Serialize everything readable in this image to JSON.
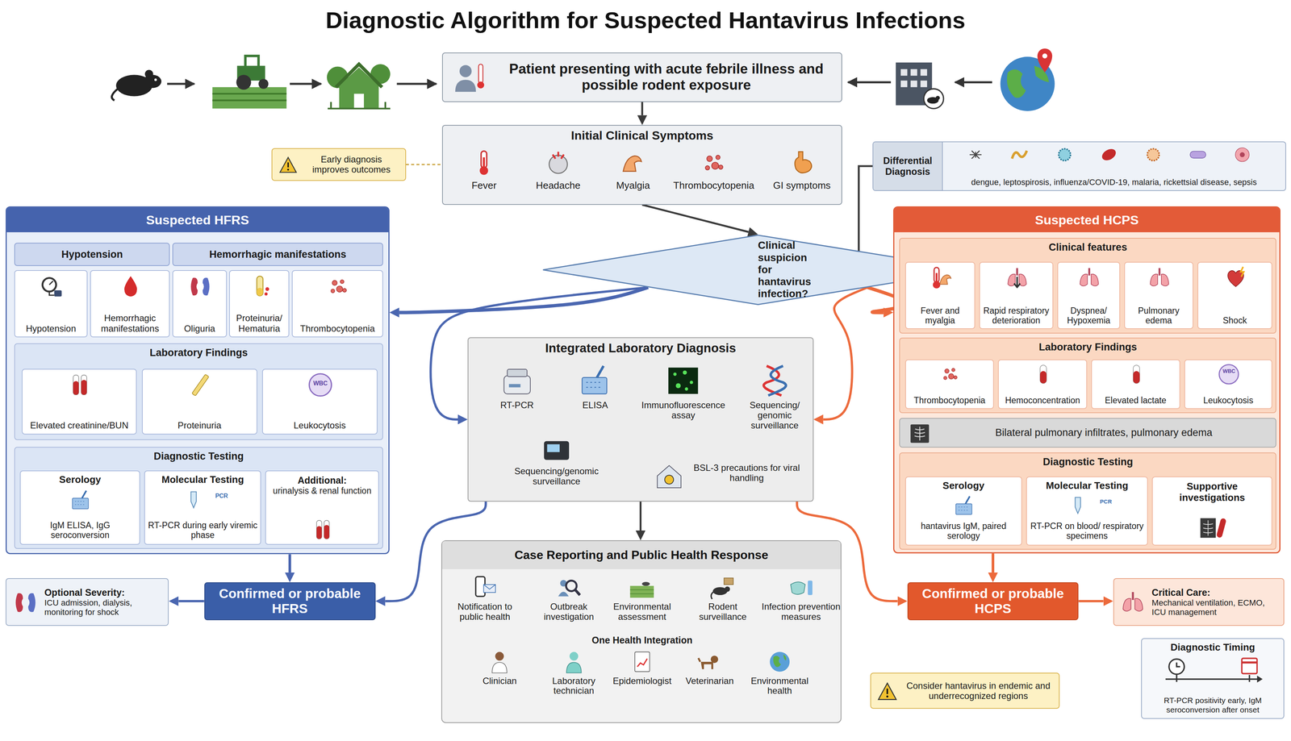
{
  "diagram": {
    "title": "Diagnostic Algorithm for Suspected Hantavirus Infections",
    "nodes": [
      {
        "text": [
          "Patient presenting with acute febrile illness and possible rodent exposure"
        ]
      },
      {
        "text": [
          "Initial Clinical Symptoms"
        ]
      },
      {
        "text": [
          "Early diagnosis improves outcomes"
        ]
      },
      {
        "text": [
          "Differential Diagnosis",
          "dengue, leptospirosis, influenza/COVID-19, malaria, rickettsial disease, sepsis"
        ]
      },
      {
        "text": [
          "Clinical suspicion for hantavirus infection?"
        ]
      },
      {
        "text": [
          "Suspected HFRS"
        ]
      },
      {
        "text": [
          "Hypotension"
        ],
        "in": 5
      },
      {
        "text": [
          "Hemorrhagic manifestations"
        ],
        "in": 5
      },
      {
        "text": [
          "Hypotension"
        ],
        "in": 5
      },
      {
        "text": [
          "Hemorrhagic manifestations"
        ],
        "in": 5
      },
      {
        "text": [
          "Oliguria"
        ],
        "in": 5
      },
      {
        "text": [
          "Proteinuria/ Hematuria"
        ],
        "in": 5
      },
      {
        "text": [
          "Thrombocytopenia"
        ],
        "in": 5
      },
      {
        "text": [
          "Laboratory Findings"
        ],
        "in": 5
      },
      {
        "text": [
          "Elevated creatinine/BUN"
        ],
        "in": 13
      },
      {
        "text": [
          "Proteinuria"
        ],
        "in": 13
      },
      {
        "text": [
          "Leukocytosis"
        ],
        "in": 13
      },
      {
        "text": [
          "Diagnostic Testing"
        ],
        "in": 5
      },
      {
        "text": [
          "Serology",
          "IgM ELISA, IgG seroconversion"
        ],
        "in": 17
      },
      {
        "text": [
          "Molecular Testing",
          "RT-PCR during early viremic phase"
        ],
        "in": 17
      },
      {
        "text": [
          "Additional:",
          "urinalysis & renal function"
        ],
        "in": 17
      },
      {
        "text": [
          "Integrated Laboratory Diagnosis"
        ]
      },
      {
        "text": [
          "Suspected HCPS"
        ]
      },
      {
        "text": [
          "Clinical features"
        ],
        "in": 22
      },
      {
        "text": [
          "Fever and myalgia"
        ],
        "in": 23
      },
      {
        "text": [
          "Rapid respiratory deterioration"
        ],
        "in": 23
      },
      {
        "text": [
          "Dyspnea/ Hypoxemia"
        ],
        "in": 23
      },
      {
        "text": [
          "Pulmonary edema"
        ],
        "in": 23
      },
      {
        "text": [
          "Shock"
        ],
        "in": 23
      },
      {
        "text": [
          "Laboratory Findings"
        ],
        "in": 22
      },
      {
        "text": [
          "Thrombocytopenia"
        ],
        "in": 29
      },
      {
        "text": [
          "Hemoconcentration"
        ],
        "in": 29
      },
      {
        "text": [
          "Elevated lactate"
        ],
        "in": 29
      },
      {
        "text": [
          "Leukocytosis"
        ],
        "in": 29
      },
      {
        "text": [
          "Bilateral pulmonary infiltrates, pulmonary edema"
        ],
        "in": 22
      },
      {
        "text": [
          "Diagnostic Testing"
        ],
        "in": 22
      },
      {
        "text": [
          "Serology",
          "hantavirus IgM, paired serology"
        ],
        "in": 35
      },
      {
        "text": [
          "Molecular Testing",
          "RT-PCR on blood/ respiratory specimens"
        ],
        "in": 35
      },
      {
        "text": [
          "Supportive investigations"
        ],
        "in": 35
      },
      {
        "text": [
          "Optional Severity:",
          "ICU admission, dialysis, monitoring for shock"
        ]
      },
      {
        "text": [
          "Confirmed or probable HFRS"
        ]
      },
      {
        "text": [
          "Case Reporting and Public Health Response"
        ]
      },
      {
        "text": [
          "Confirmed or probable HCPS"
        ]
      },
      {
        "text": [
          "Critical Care:",
          "Mechanical ventilation, ECMO, ICU management"
        ]
      },
      {
        "text": [
          "Consider hantavirus in endemic and underrecognized regions"
        ]
      },
      {
        "text": [
          "Diagnostic Timing",
          "RT-PCR positivity early, IgM seroconversion after onset"
        ]
      }
    ],
    "edges": [
      {
        "from": 0,
        "to": 1,
        "arrow": "to"
      },
      {
        "from": 1,
        "to": 4,
        "arrow": "to"
      },
      {
        "from": 3,
        "to": 4,
        "arrow": "to"
      },
      {
        "from": 4,
        "to": 5,
        "arrow": "to"
      },
      {
        "from": 4,
        "to": 22,
        "arrow": "to"
      },
      {
        "from": 4,
        "to": 21,
        "arrow": "to"
      },
      {
        "from": 4,
        "to": 21,
        "arrow": "to"
      },
      {
        "from": 5,
        "to": 40,
        "arrow": "to"
      },
      {
        "from": 21,
        "to": 40,
        "arrow": "to"
      },
      {
        "from": 21,
        "to": 41,
        "arrow": "to"
      },
      {
        "from": 40,
        "to": 39,
        "arrow": "to"
      },
      {
        "from": 22,
        "to": 42,
        "arrow": "to"
      },
      {
        "from": 21,
        "to": 42,
        "arrow": "to"
      },
      {
        "from": 42,
        "to": 43,
        "arrow": "to"
      },
      {
        "from": 2,
        "to": 1,
        "arrow": "none"
      }
    ],
    "labels": [
      "Fever",
      "Headache",
      "Myalgia",
      "Thrombocytopenia",
      "GI symptoms",
      "WBC",
      "PCR",
      "RT-PCR",
      "ELISA",
      "Immunofluorescence assay",
      "Sequencing/ genomic surveillance",
      "Sequencing/genomic surveillance",
      "BSL-3 precautions for viral handling",
      "WBC",
      "PCR",
      "Notification to public health",
      "Outbreak investigation",
      "Environmental assessment",
      "Rodent surveillance",
      "Infection prevention measures",
      "One Health Integration",
      "Clinician",
      "Laboratory technician",
      "Epidemiologist",
      "Veterinarian",
      "Environmental health"
    ]
  }
}
